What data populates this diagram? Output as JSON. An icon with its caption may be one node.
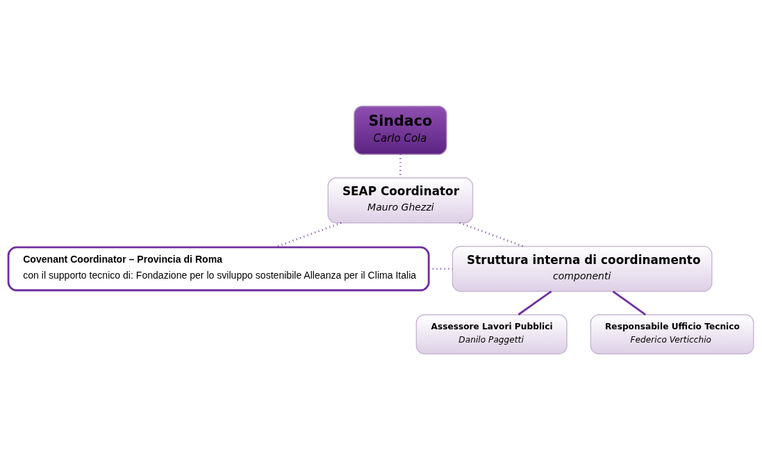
{
  "diagram": {
    "nodes": [
      {
        "text": [
          "Sindaco",
          "Carlo Cola"
        ]
      },
      {
        "text": [
          "SEAP Coordinator",
          "Mauro Ghezzi"
        ]
      },
      {
        "text": [
          "Covenant Coordinator – Provincia di Roma",
          "con il supporto tecnico di: Fondazione per lo sviluppo sostenibile Alleanza per il Clima Italia"
        ]
      },
      {
        "text": [
          "Struttura interna di coordinamento",
          "componenti"
        ]
      },
      {
        "text": [
          "Assessore Lavori Pubblici",
          "Danilo Paggetti"
        ]
      },
      {
        "text": [
          "Responsabile Ufficio Tecnico",
          "Federico Verticchio"
        ]
      }
    ],
    "edges": [
      {
        "from": 0,
        "to": 1,
        "arrow": "none",
        "style": "dashed"
      },
      {
        "from": 1,
        "to": 2,
        "arrow": "none",
        "style": "dashed"
      },
      {
        "from": 2,
        "to": 3,
        "arrow": "none",
        "style": "dashed"
      },
      {
        "from": 1,
        "to": 3,
        "arrow": "none",
        "style": "dashed"
      },
      {
        "from": 3,
        "to": 4,
        "arrow": "none"
      },
      {
        "from": 3,
        "to": 5,
        "arrow": "none"
      }
    ]
  }
}
